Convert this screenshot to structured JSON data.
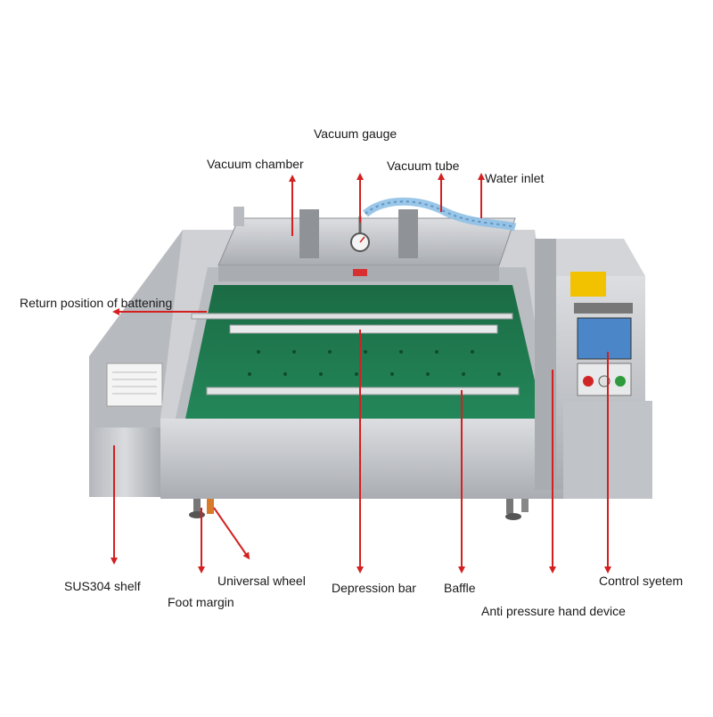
{
  "labels": {
    "vacuum_gauge": "Vacuum gauge",
    "vacuum_chamber": "Vacuum chamber",
    "vacuum_tube": "Vacuum tube",
    "water_inlet": "Water inlet",
    "return_position": "Return position of battening",
    "sus304_shelf": "SUS304 shelf",
    "foot_margin": "Foot margin",
    "universal_wheel": "Universal wheel",
    "depression_bar": "Depression bar",
    "baffle": "Baffle",
    "anti_pressure": "Anti pressure hand device",
    "control_system": "Control syetem"
  },
  "colors": {
    "arrow": "#d42020",
    "belt": "#1f7a4e",
    "steel": "#c4c6c9",
    "steel_dark": "#8d9095",
    "panel_screen": "#4a86c8",
    "warning_label": "#f2c200"
  },
  "icons": [
    "gauge-icon",
    "screen-icon",
    "warning-sticker-icon"
  ]
}
